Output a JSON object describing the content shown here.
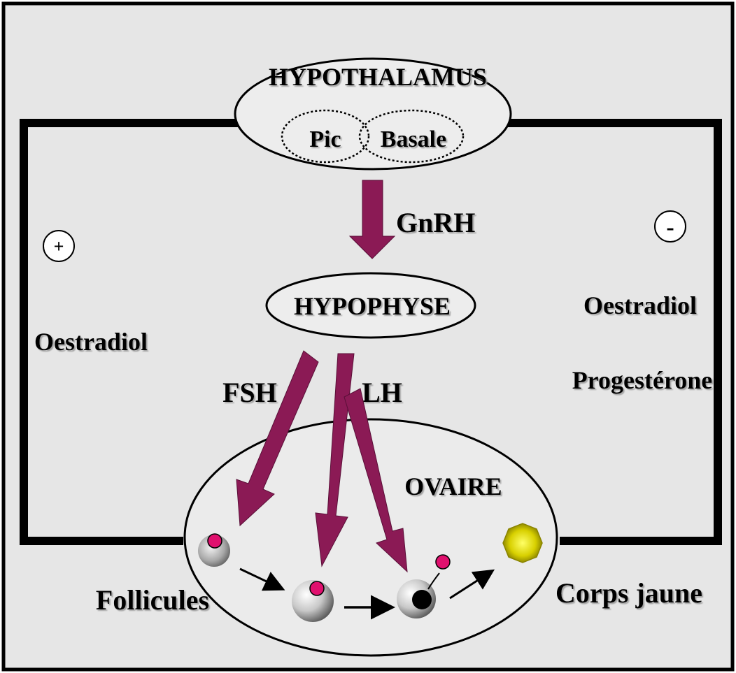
{
  "nodes": {
    "hypothalamus": "HYPOTHALAMUS",
    "pic": "Pic",
    "basale": "Basale",
    "hypophyse": "HYPOPHYSE",
    "ovaire": "OVAIRE"
  },
  "hormones": {
    "gnrh": "GnRH",
    "fsh": "FSH",
    "lh": "LH"
  },
  "feedback": {
    "positive_sign": "+",
    "positive_hormone": "Oestradiol",
    "negative_sign": "-",
    "negative_hormone_1": "Oestradiol",
    "negative_hormone_2": "Progestérone"
  },
  "structures": {
    "follicules": "Follicules",
    "corps_jaune": "Corps jaune"
  },
  "colors": {
    "background": "#e6e6e6",
    "arrow_magenta": "#8b1a55",
    "follicle_dot": "#e0106e",
    "corpus_luteum": "#c8c000"
  }
}
